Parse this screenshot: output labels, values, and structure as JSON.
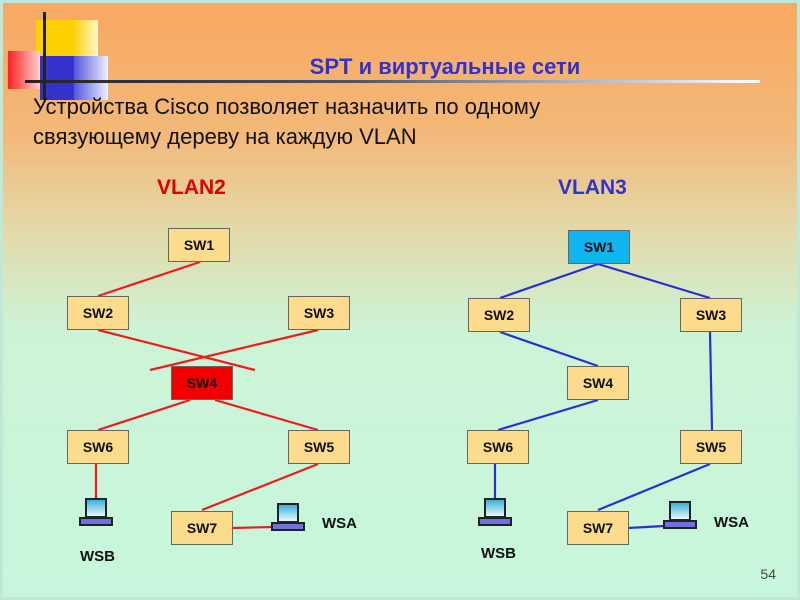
{
  "title": "SPT и виртуальные сети",
  "subtitle_line1": "Устройства Cisco позволяет назначить по одному",
  "subtitle_line2": "связующему дереву на каждую VLAN",
  "vlan2": {
    "label": "VLAN2",
    "sw1": "SW1",
    "sw2": "SW2",
    "sw3": "SW3",
    "sw4": "SW4",
    "sw5": "SW5",
    "sw6": "SW6",
    "sw7": "SW7",
    "wsa": "WSA",
    "wsb": "WSB"
  },
  "vlan3": {
    "label": "VLAN3",
    "sw1": "SW1",
    "sw2": "SW2",
    "sw3": "SW3",
    "sw4": "SW4",
    "sw5": "SW5",
    "sw6": "SW6",
    "sw7": "SW7",
    "wsa": "WSA",
    "wsb": "WSB"
  },
  "colors": {
    "vlan2_link": "#ee1c1c",
    "vlan3_link": "#2e2ed0",
    "root_vlan2": "#f00000",
    "root_vlan3": "#10b4f0"
  },
  "page_number": "54"
}
